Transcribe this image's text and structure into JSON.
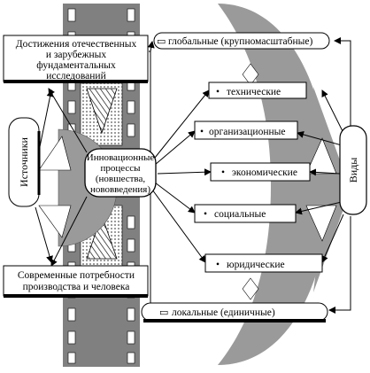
{
  "sources": {
    "label": "Источники",
    "top_box_lines": [
      "Достижения отечественных",
      "и зарубежных",
      "фундаментальных",
      "исследований"
    ],
    "bottom_box_lines": [
      "Современные потребности",
      "производства и человека"
    ]
  },
  "center": {
    "lines": [
      "Инновационные",
      "процессы",
      "(новшества,",
      "нововведения)"
    ]
  },
  "types": {
    "label": "Виды",
    "global_box": {
      "label": "глобальные (крупномасштабные)",
      "marker": "▭"
    },
    "local_box": {
      "label": "локальные (единичные)",
      "marker": "▭"
    },
    "items": [
      {
        "bullet": "•",
        "label": "технические"
      },
      {
        "bullet": "•",
        "label": "организационные"
      },
      {
        "bullet": "•",
        "label": "экономические"
      },
      {
        "bullet": "•",
        "label": "социальные"
      },
      {
        "bullet": "•",
        "label": "юридические"
      }
    ]
  },
  "colors": {
    "gray_dark": "#808080",
    "gray_mid": "#9a9a9a",
    "gray_light": "#c8c8c8",
    "box_fill": "#ffffff",
    "line": "#000000"
  }
}
